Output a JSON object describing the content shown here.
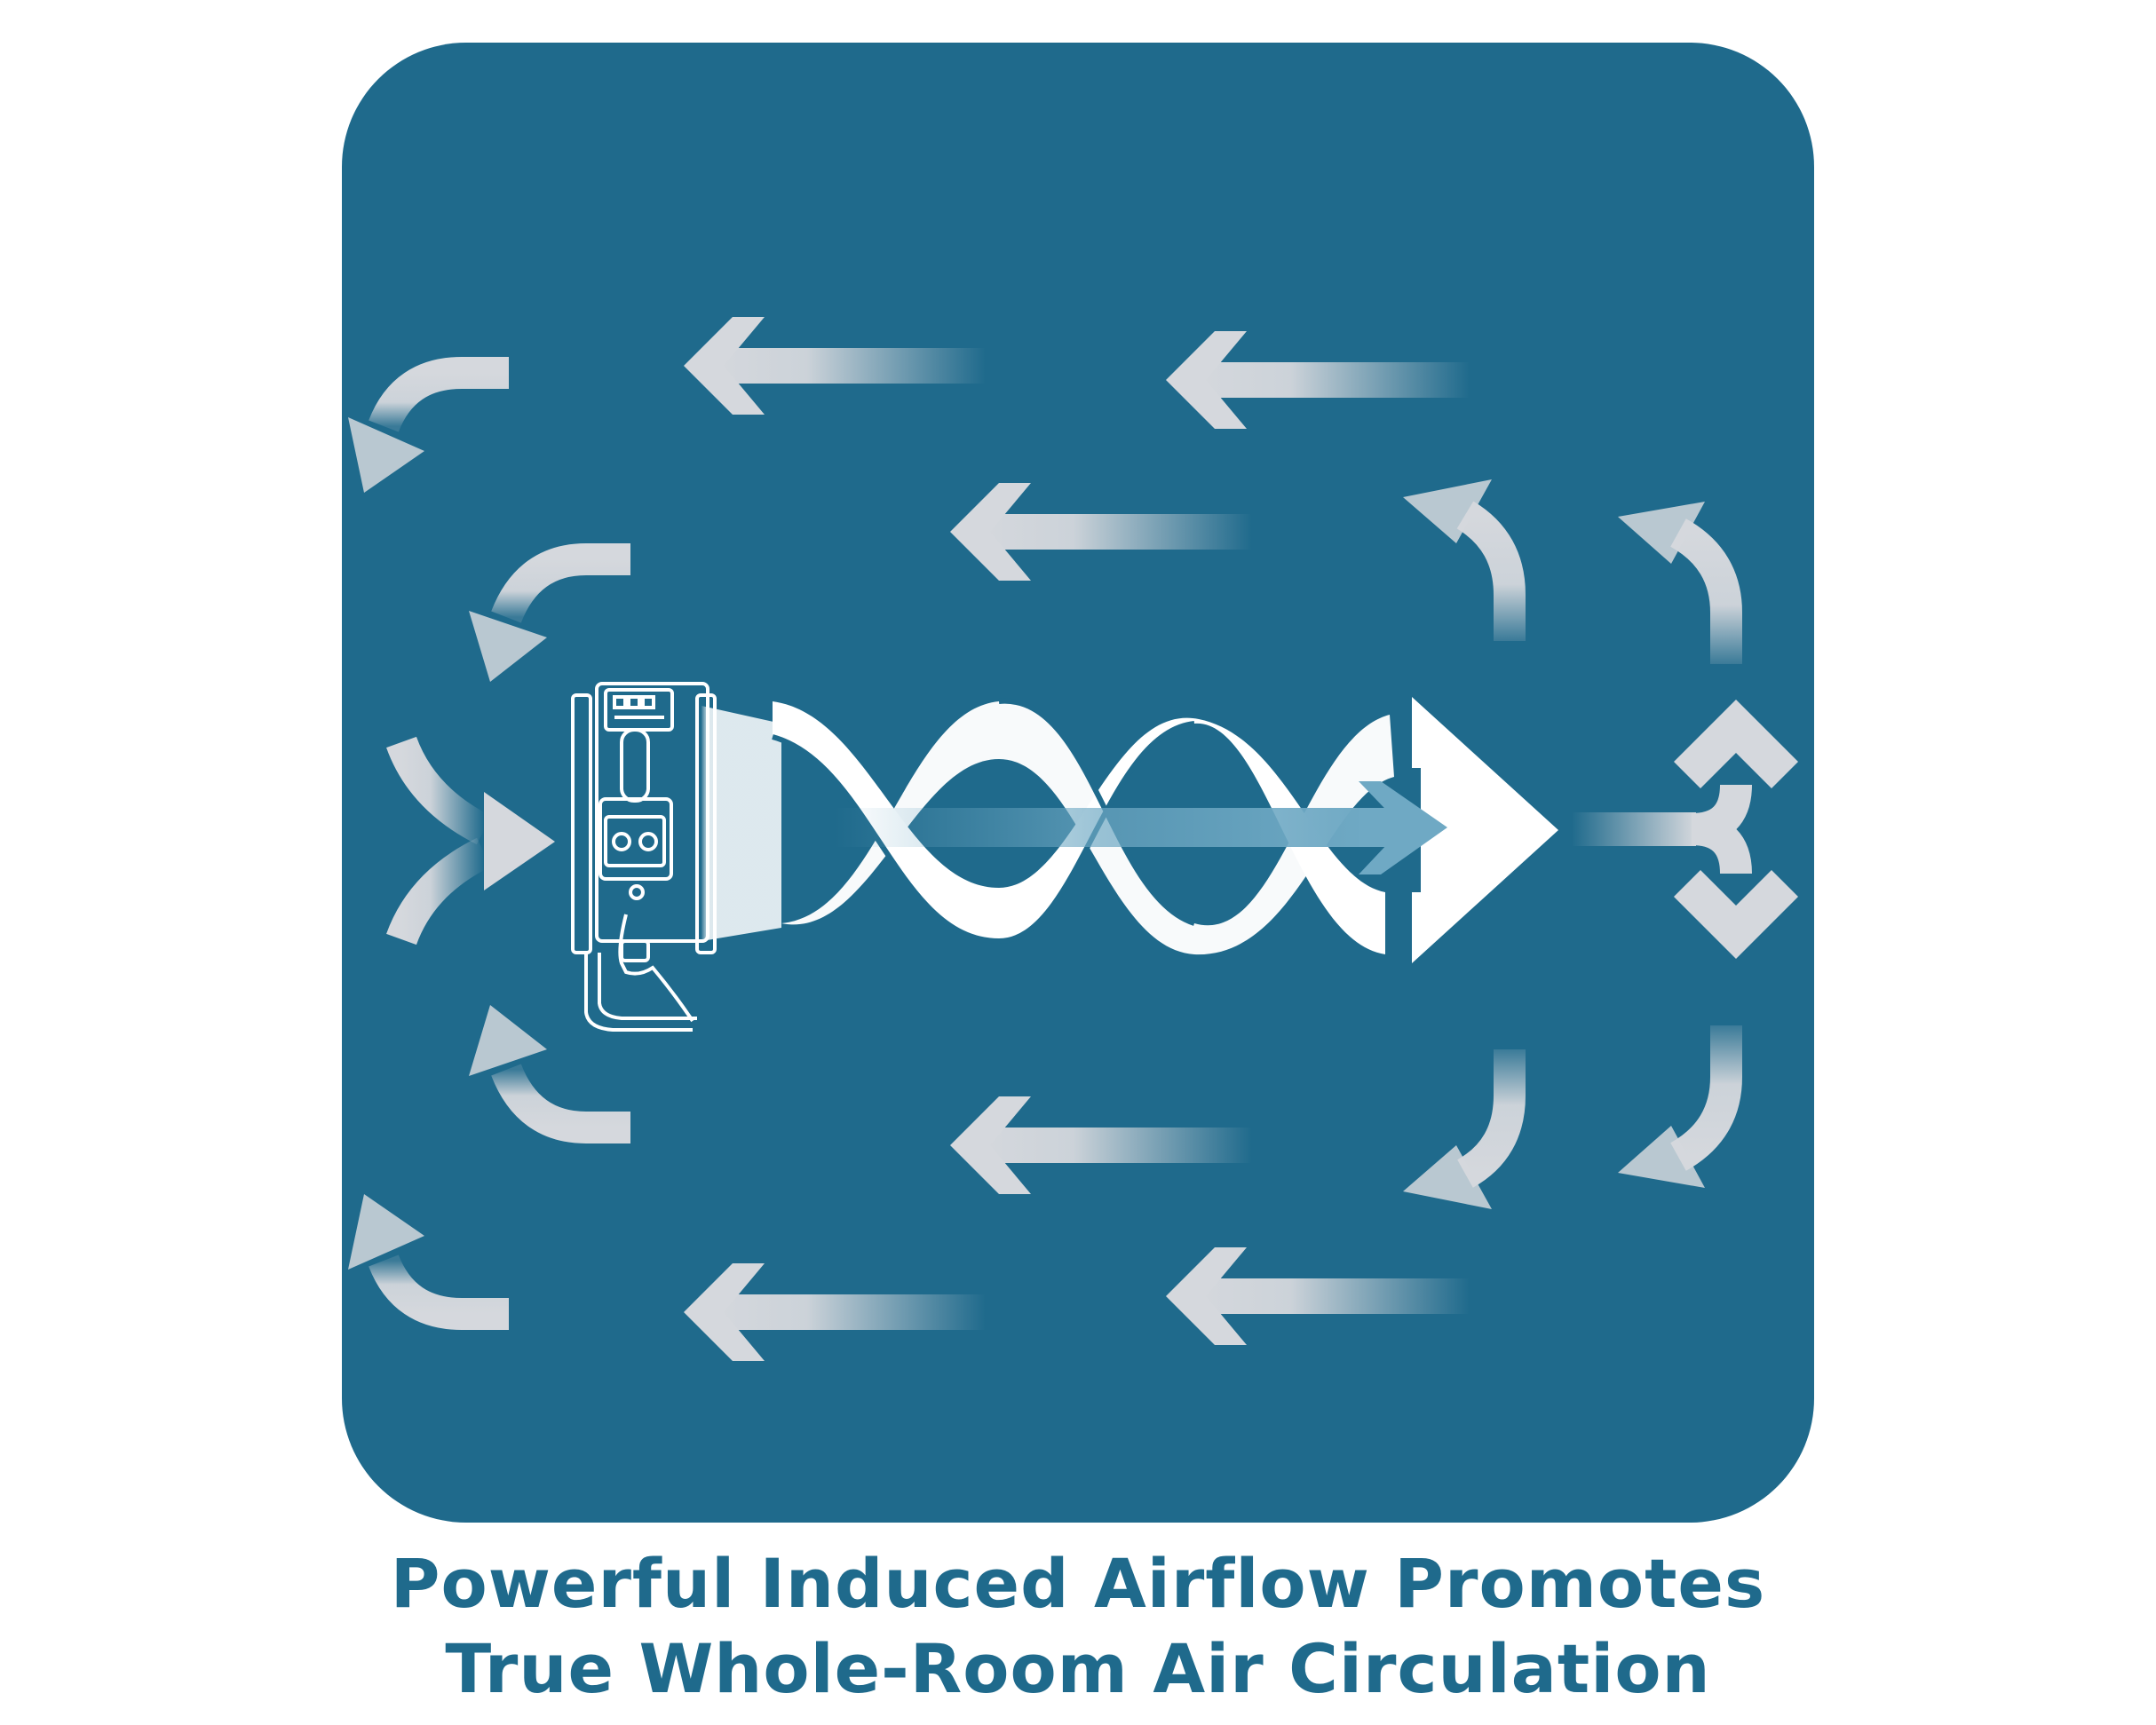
{
  "caption": {
    "line1": "Powerful Induced Airflow Promotes",
    "line2": "True Whole-Room Air Circulation"
  },
  "colors": {
    "panel": "#1f6a8c",
    "arrow": "#d5d8dd",
    "white": "#ffffff",
    "text": "#1f6a8c",
    "center_arrow": "#6fa9c4"
  },
  "icons": [
    "fan-unit-icon",
    "twisted-airflow-stream",
    "curved-arrow-icon",
    "straight-arrow-icon",
    "split-arrow-icon"
  ]
}
